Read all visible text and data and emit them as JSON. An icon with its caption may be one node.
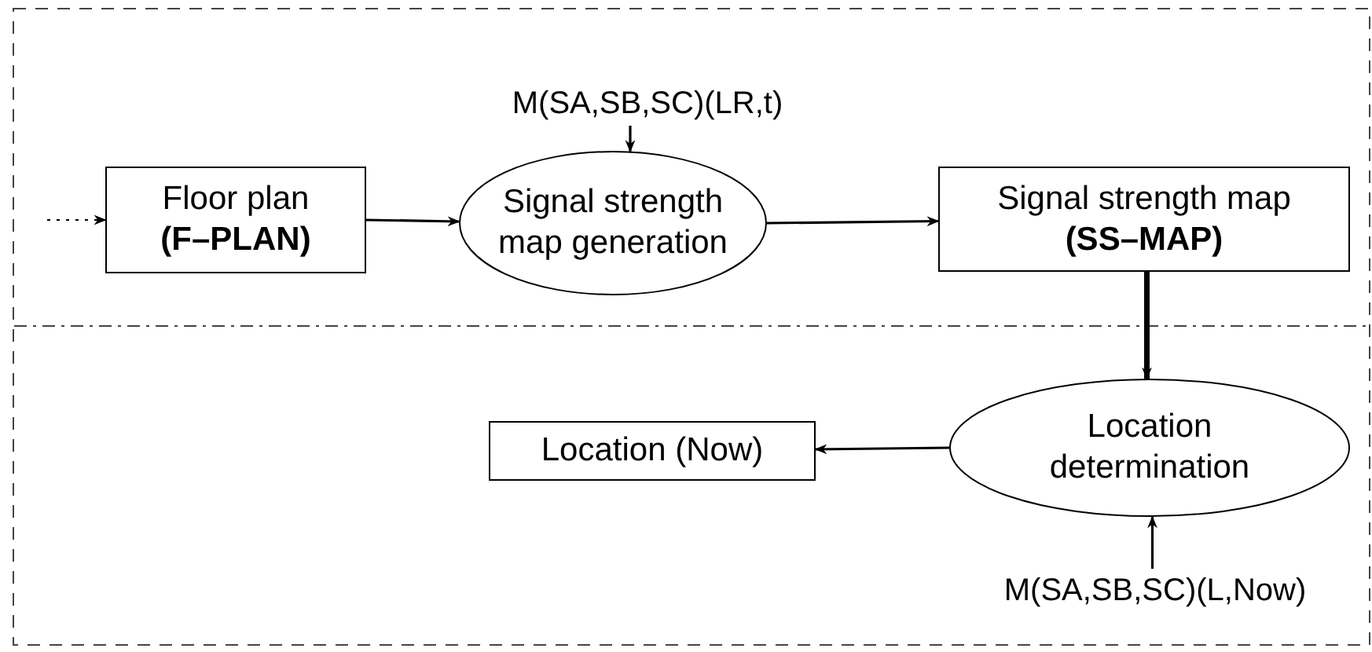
{
  "diagram": {
    "nodes": [
      {
        "text": [
          "Floor plan",
          "(F–PLAN)"
        ]
      },
      {
        "text": [
          "Signal strength map generation"
        ]
      },
      {
        "text": [
          "Signal strength map",
          "(SS–MAP)"
        ]
      },
      {
        "text": [
          "Location determination"
        ]
      },
      {
        "text": [
          "Location (Now)"
        ]
      },
      {
        "text": [
          "M(SA,SB,SC)(LR,t)"
        ]
      },
      {
        "text": [
          "M(SA,SB,SC)(L,Now)"
        ]
      }
    ],
    "edges": [
      {
        "from": null,
        "to": 0,
        "arrow": "to",
        "style": "dashed"
      },
      {
        "from": 0,
        "to": 1,
        "arrow": "to"
      },
      {
        "from": 5,
        "to": 1,
        "arrow": "to"
      },
      {
        "from": 1,
        "to": 2,
        "arrow": "to"
      },
      {
        "from": 2,
        "to": 3,
        "arrow": "to",
        "style": "thick"
      },
      {
        "from": 3,
        "to": 4,
        "arrow": "to"
      },
      {
        "from": 6,
        "to": 3,
        "arrow": "to"
      }
    ]
  }
}
